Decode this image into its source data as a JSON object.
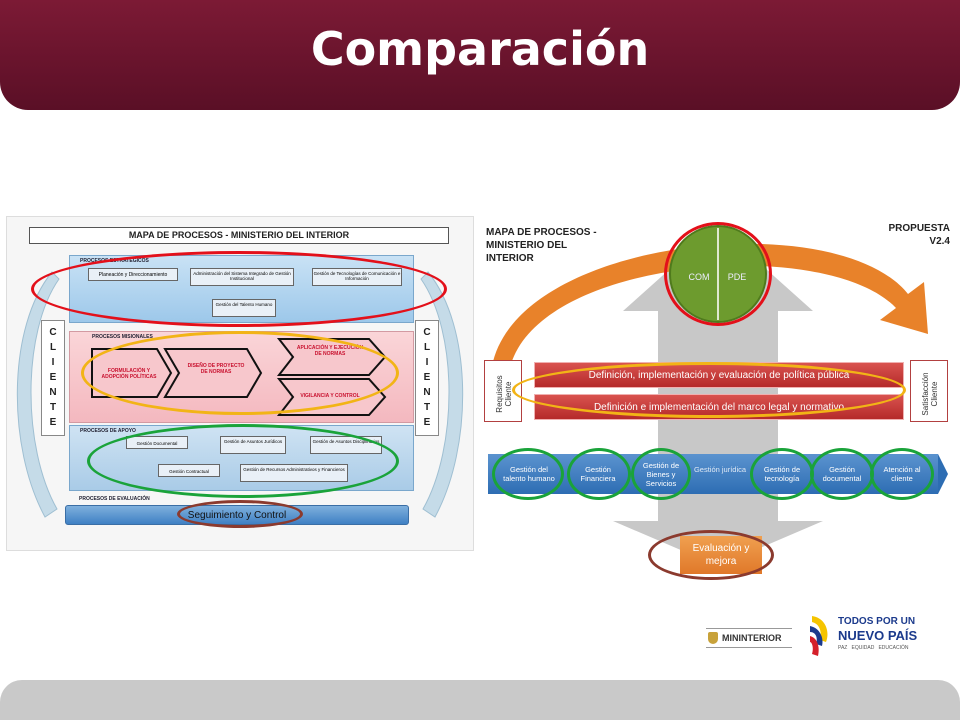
{
  "slide": {
    "title": "Comparación"
  },
  "left": {
    "title": "MAPA DE PROCESOS - MINISTERIO DEL INTERIOR",
    "sections": {
      "estrategicos": "PROCESOS ESTRATÉGICOS",
      "misionales": "PROCESOS MISIONALES",
      "apoyo": "PROCESOS DE APOYO",
      "evaluacion": "PROCESOS DE EVALUACIÓN"
    },
    "estrategicos": [
      "Planeación y Direccionamiento",
      "Administración del Sistema Integrado de Gestión Institucional",
      "Gestión de Tecnologías de Comunicación e Información",
      "Gestión del Talento Humano"
    ],
    "misionales": [
      "FORMULACIÓN Y ADOPCIÓN POLÍTICAS",
      "DISEÑO DE PROYECTO DE NORMAS",
      "APLICACIÓN Y EJECUCIÓN DE NORMAS",
      "VIGILANCIA Y CONTROL"
    ],
    "apoyo": [
      "Gestión Documental",
      "Gestión de Asuntos Jurídicos",
      "Gestión de Asuntos Disciplinarios",
      "Gestión Contractual",
      "Gestión de Recursos Administrativos y Financieros"
    ],
    "seguimiento": "Seguimiento y Control",
    "cliente": [
      "C",
      "L",
      "I",
      "E",
      "N",
      "T",
      "E"
    ]
  },
  "right": {
    "title": "MAPA DE PROCESOS - MINISTERIO DEL INTERIOR",
    "propuesta": "PROPUESTA V2.4",
    "circle": {
      "left": "COM",
      "right": "PDE"
    },
    "requisitos": "Requisitos Cliente",
    "satisfaccion": "Satisfacción Cliente",
    "bar1": "Definición, implementación y evaluación de política pública",
    "bar2": "Definición e implementación del marco legal y normativo",
    "support": [
      "Gestión del talento humano",
      "Gestión Financiera",
      "Gestión de Bienes y Servicios",
      "Gestión jurídica",
      "Gestión de tecnología",
      "Gestión documental",
      "Atención al cliente"
    ],
    "evaluacion": "Evaluación y mejora"
  },
  "logos": {
    "mininterior": "MININTERIOR",
    "slogan1": "TODOS POR UN",
    "slogan2": "NUEVO PAÍS",
    "slogan3": "PAZ   EQUIDAD   EDUCACIÓN"
  },
  "colors": {
    "header": "#6b1530",
    "red_oval": "#e3101a",
    "yellow_oval": "#f2b416",
    "green_oval": "#1aa33a",
    "brown_oval": "#8b3a2e",
    "orange_arrow": "#e8822a",
    "blue_bar": "#2d6db3"
  }
}
